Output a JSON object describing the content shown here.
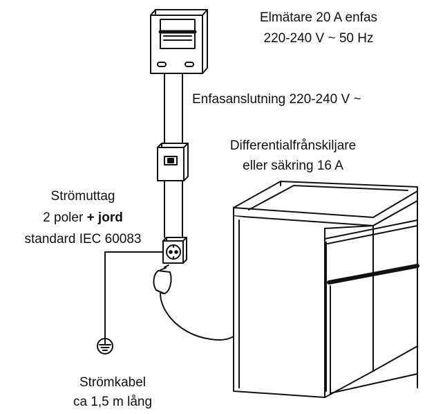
{
  "labels": {
    "meter": {
      "line1": "Elmätare 20 A enfas",
      "line2": "220-240 V ~ 50 Hz"
    },
    "connection": "Enfasanslutning 220-240 V ~",
    "breaker": {
      "line1": "Differentialfrånskiljare",
      "line2": "eller säkring 16 A"
    },
    "socket": {
      "line1": "Strömuttag",
      "line2_normal": "2 poler",
      "line2_bold": "+ jord",
      "line3": "standard IEC 60083"
    },
    "cable": {
      "line1": "Strömkabel",
      "line2": "ca 1,5 m lång"
    }
  },
  "icons": [
    "electricity-meter-icon",
    "circuit-breaker-icon",
    "wall-socket-icon",
    "plug-icon",
    "ground-symbol-icon",
    "oven-icon"
  ]
}
